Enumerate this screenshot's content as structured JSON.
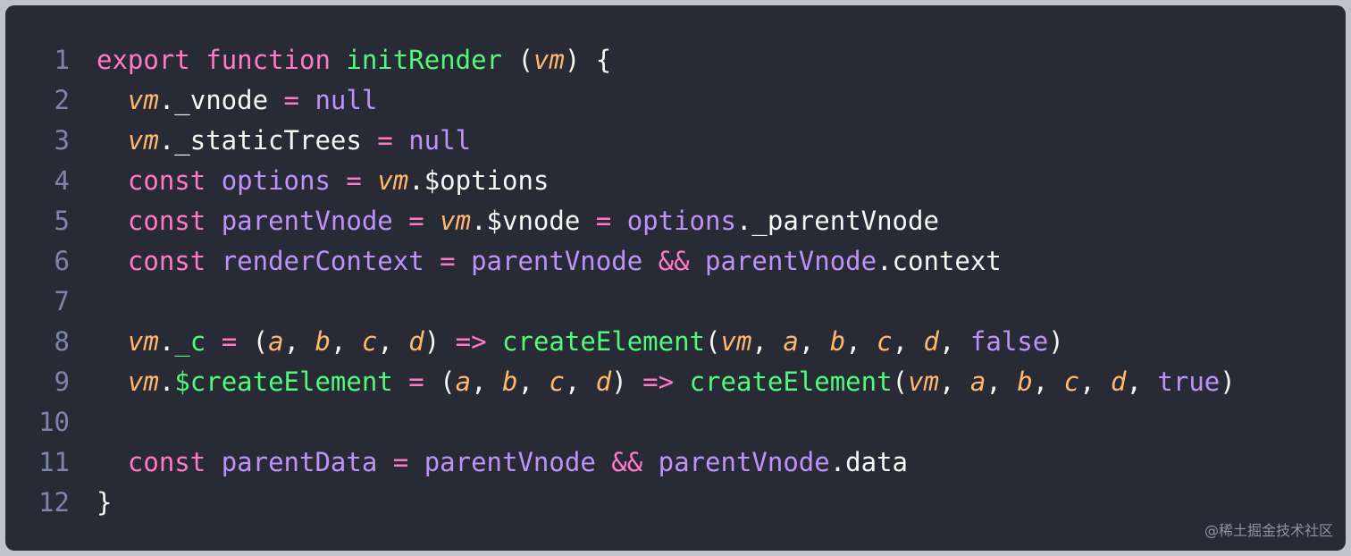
{
  "code_lines": [
    {
      "num": "1",
      "tokens": [
        {
          "t": "export",
          "c": "kw"
        },
        {
          "t": " ",
          "c": "pl"
        },
        {
          "t": "function",
          "c": "kw"
        },
        {
          "t": " ",
          "c": "pl"
        },
        {
          "t": "initRender",
          "c": "fn"
        },
        {
          "t": " (",
          "c": "pl"
        },
        {
          "t": "vm",
          "c": "var"
        },
        {
          "t": ") {",
          "c": "pl"
        }
      ]
    },
    {
      "num": "2",
      "tokens": [
        {
          "t": "  ",
          "c": "pl"
        },
        {
          "t": "vm",
          "c": "var"
        },
        {
          "t": "._vnode ",
          "c": "pl"
        },
        {
          "t": "=",
          "c": "op"
        },
        {
          "t": " ",
          "c": "pl"
        },
        {
          "t": "null",
          "c": "lit"
        }
      ]
    },
    {
      "num": "3",
      "tokens": [
        {
          "t": "  ",
          "c": "pl"
        },
        {
          "t": "vm",
          "c": "var"
        },
        {
          "t": "._staticTrees ",
          "c": "pl"
        },
        {
          "t": "=",
          "c": "op"
        },
        {
          "t": " ",
          "c": "pl"
        },
        {
          "t": "null",
          "c": "lit"
        }
      ]
    },
    {
      "num": "4",
      "tokens": [
        {
          "t": "  ",
          "c": "pl"
        },
        {
          "t": "const",
          "c": "kw"
        },
        {
          "t": " ",
          "c": "pl"
        },
        {
          "t": "options",
          "c": "ident"
        },
        {
          "t": " ",
          "c": "pl"
        },
        {
          "t": "=",
          "c": "op"
        },
        {
          "t": " ",
          "c": "pl"
        },
        {
          "t": "vm",
          "c": "var"
        },
        {
          "t": ".$options",
          "c": "pl"
        }
      ]
    },
    {
      "num": "5",
      "tokens": [
        {
          "t": "  ",
          "c": "pl"
        },
        {
          "t": "const",
          "c": "kw"
        },
        {
          "t": " ",
          "c": "pl"
        },
        {
          "t": "parentVnode",
          "c": "ident"
        },
        {
          "t": " ",
          "c": "pl"
        },
        {
          "t": "=",
          "c": "op"
        },
        {
          "t": " ",
          "c": "pl"
        },
        {
          "t": "vm",
          "c": "var"
        },
        {
          "t": ".$vnode ",
          "c": "pl"
        },
        {
          "t": "=",
          "c": "op"
        },
        {
          "t": " ",
          "c": "pl"
        },
        {
          "t": "options",
          "c": "ident"
        },
        {
          "t": "._parentVnode",
          "c": "pl"
        }
      ]
    },
    {
      "num": "6",
      "tokens": [
        {
          "t": "  ",
          "c": "pl"
        },
        {
          "t": "const",
          "c": "kw"
        },
        {
          "t": " ",
          "c": "pl"
        },
        {
          "t": "renderContext",
          "c": "ident"
        },
        {
          "t": " ",
          "c": "pl"
        },
        {
          "t": "=",
          "c": "op"
        },
        {
          "t": " ",
          "c": "pl"
        },
        {
          "t": "parentVnode",
          "c": "ident"
        },
        {
          "t": " ",
          "c": "pl"
        },
        {
          "t": "&&",
          "c": "op"
        },
        {
          "t": " ",
          "c": "pl"
        },
        {
          "t": "parentVnode",
          "c": "ident"
        },
        {
          "t": ".context",
          "c": "pl"
        }
      ]
    },
    {
      "num": "7",
      "tokens": []
    },
    {
      "num": "8",
      "tokens": [
        {
          "t": "  ",
          "c": "pl"
        },
        {
          "t": "vm",
          "c": "var"
        },
        {
          "t": ".",
          "c": "pl"
        },
        {
          "t": "_c",
          "c": "fn"
        },
        {
          "t": " ",
          "c": "pl"
        },
        {
          "t": "=",
          "c": "op"
        },
        {
          "t": " (",
          "c": "pl"
        },
        {
          "t": "a",
          "c": "var"
        },
        {
          "t": ", ",
          "c": "pl"
        },
        {
          "t": "b",
          "c": "var"
        },
        {
          "t": ", ",
          "c": "pl"
        },
        {
          "t": "c",
          "c": "var"
        },
        {
          "t": ", ",
          "c": "pl"
        },
        {
          "t": "d",
          "c": "var"
        },
        {
          "t": ") ",
          "c": "pl"
        },
        {
          "t": "=>",
          "c": "op"
        },
        {
          "t": " ",
          "c": "pl"
        },
        {
          "t": "createElement",
          "c": "fn"
        },
        {
          "t": "(",
          "c": "pl"
        },
        {
          "t": "vm",
          "c": "var"
        },
        {
          "t": ", ",
          "c": "pl"
        },
        {
          "t": "a",
          "c": "var"
        },
        {
          "t": ", ",
          "c": "pl"
        },
        {
          "t": "b",
          "c": "var"
        },
        {
          "t": ", ",
          "c": "pl"
        },
        {
          "t": "c",
          "c": "var"
        },
        {
          "t": ", ",
          "c": "pl"
        },
        {
          "t": "d",
          "c": "var"
        },
        {
          "t": ", ",
          "c": "pl"
        },
        {
          "t": "false",
          "c": "lit"
        },
        {
          "t": ")",
          "c": "pl"
        }
      ]
    },
    {
      "num": "9",
      "tokens": [
        {
          "t": "  ",
          "c": "pl"
        },
        {
          "t": "vm",
          "c": "var"
        },
        {
          "t": ".",
          "c": "pl"
        },
        {
          "t": "$createElement",
          "c": "fn"
        },
        {
          "t": " ",
          "c": "pl"
        },
        {
          "t": "=",
          "c": "op"
        },
        {
          "t": " (",
          "c": "pl"
        },
        {
          "t": "a",
          "c": "var"
        },
        {
          "t": ", ",
          "c": "pl"
        },
        {
          "t": "b",
          "c": "var"
        },
        {
          "t": ", ",
          "c": "pl"
        },
        {
          "t": "c",
          "c": "var"
        },
        {
          "t": ", ",
          "c": "pl"
        },
        {
          "t": "d",
          "c": "var"
        },
        {
          "t": ") ",
          "c": "pl"
        },
        {
          "t": "=>",
          "c": "op"
        },
        {
          "t": " ",
          "c": "pl"
        },
        {
          "t": "createElement",
          "c": "fn"
        },
        {
          "t": "(",
          "c": "pl"
        },
        {
          "t": "vm",
          "c": "var"
        },
        {
          "t": ", ",
          "c": "pl"
        },
        {
          "t": "a",
          "c": "var"
        },
        {
          "t": ", ",
          "c": "pl"
        },
        {
          "t": "b",
          "c": "var"
        },
        {
          "t": ", ",
          "c": "pl"
        },
        {
          "t": "c",
          "c": "var"
        },
        {
          "t": ", ",
          "c": "pl"
        },
        {
          "t": "d",
          "c": "var"
        },
        {
          "t": ", ",
          "c": "pl"
        },
        {
          "t": "true",
          "c": "lit"
        },
        {
          "t": ")",
          "c": "pl"
        }
      ]
    },
    {
      "num": "10",
      "tokens": []
    },
    {
      "num": "11",
      "tokens": [
        {
          "t": "  ",
          "c": "pl"
        },
        {
          "t": "const",
          "c": "kw"
        },
        {
          "t": " ",
          "c": "pl"
        },
        {
          "t": "parentData",
          "c": "ident"
        },
        {
          "t": " ",
          "c": "pl"
        },
        {
          "t": "=",
          "c": "op"
        },
        {
          "t": " ",
          "c": "pl"
        },
        {
          "t": "parentVnode",
          "c": "ident"
        },
        {
          "t": " ",
          "c": "pl"
        },
        {
          "t": "&&",
          "c": "op"
        },
        {
          "t": " ",
          "c": "pl"
        },
        {
          "t": "parentVnode",
          "c": "ident"
        },
        {
          "t": ".data",
          "c": "pl"
        }
      ]
    },
    {
      "num": "12",
      "tokens": [
        {
          "t": "}",
          "c": "pl"
        }
      ]
    }
  ],
  "watermark": "@稀土掘金技术社区",
  "colors": {
    "background": "#282a36",
    "keyword": "#ff79c6",
    "function": "#50fa7b",
    "parameter": "#ffb86c",
    "identifier": "#bd93f9",
    "plain": "#f8f8f2",
    "line_number": "#7b86a8"
  }
}
